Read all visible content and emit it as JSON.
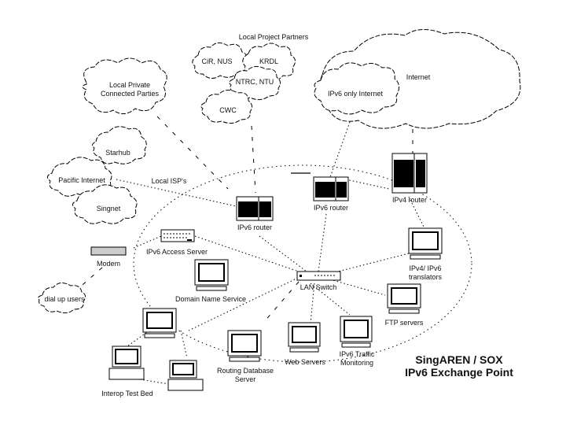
{
  "diagram": {
    "title_line1": "SingAREN / SOX",
    "title_line2": "IPv6 Exchange Point",
    "groups": {
      "local_project_partners": "Local Project Partners",
      "local_isps": "Local ISP's"
    },
    "clouds": [
      {
        "id": "cir-nus",
        "label": "CiR, NUS"
      },
      {
        "id": "krdl",
        "label": "KRDL"
      },
      {
        "id": "ntrc-ntu",
        "label": "NTRC, NTU"
      },
      {
        "id": "cwc",
        "label": "CWC"
      },
      {
        "id": "local-private",
        "label_line1": "Local Private",
        "label_line2": "Connected Parties"
      },
      {
        "id": "internet",
        "label": "Internet"
      },
      {
        "id": "ipv6-only-internet",
        "label": "IPv6 only Internet"
      },
      {
        "id": "starhub",
        "label": "Starhub"
      },
      {
        "id": "pacific-internet",
        "label": "Pacific Internet"
      },
      {
        "id": "singnet",
        "label": "Singnet"
      },
      {
        "id": "dialup-users",
        "label": "dial up users"
      }
    ],
    "devices": {
      "ipv6_router_left": "IPv6 router",
      "ipv6_router_center": "IPv6 router",
      "ipv4_router": "IPv4 router",
      "access_server": "IPv6 Access Server",
      "modem": "Modem",
      "dns": "Domain Name Service",
      "lan_switch": "LAN Switch",
      "translators_line1": "IPv4/ IPv6",
      "translators_line2": "translators",
      "ftp": "FTP servers",
      "traffic_line1": "IPv6 Traffic",
      "traffic_line2": "Monitoring",
      "web": "Web Servers",
      "routing_db_line1": "Routing Database",
      "routing_db_line2": "Server",
      "interop": "Interop Test Bed"
    }
  }
}
